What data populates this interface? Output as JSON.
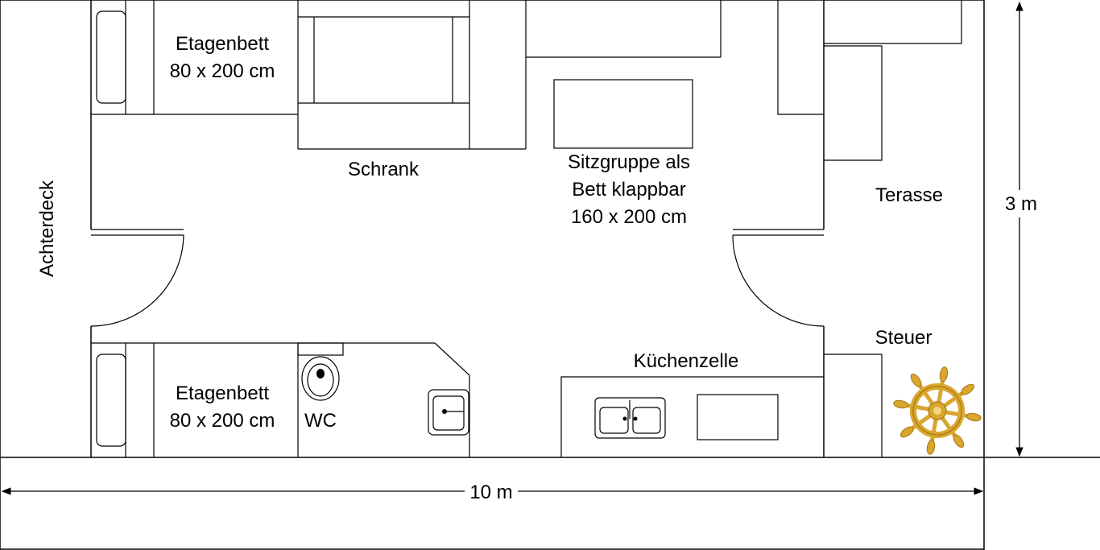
{
  "labels": {
    "bunk_top": "Etagenbett",
    "bunk_top_size": "80 x 200 cm",
    "bunk_bottom": "Etagenbett",
    "bunk_bottom_size": "80 x 200 cm",
    "wardrobe": "Schrank",
    "seating_line1": "Sitzgruppe als",
    "seating_line2": "Bett klappbar",
    "seating_line3": "160 x 200 cm",
    "terrace": "Terasse",
    "rear_deck": "Achterdeck",
    "helm": "Steuer",
    "kitchen": "Küchenzelle",
    "toilet": "WC"
  },
  "dimensions": {
    "length": "10 m",
    "width": "3 m"
  },
  "icons": {
    "helm": "ship-wheel-icon",
    "toilet": "toilet-icon",
    "sink": "sink-icon",
    "double_sink": "double-sink-icon"
  },
  "colors": {
    "wheel_gold": "#D9A62E",
    "wheel_dark": "#A87516"
  }
}
